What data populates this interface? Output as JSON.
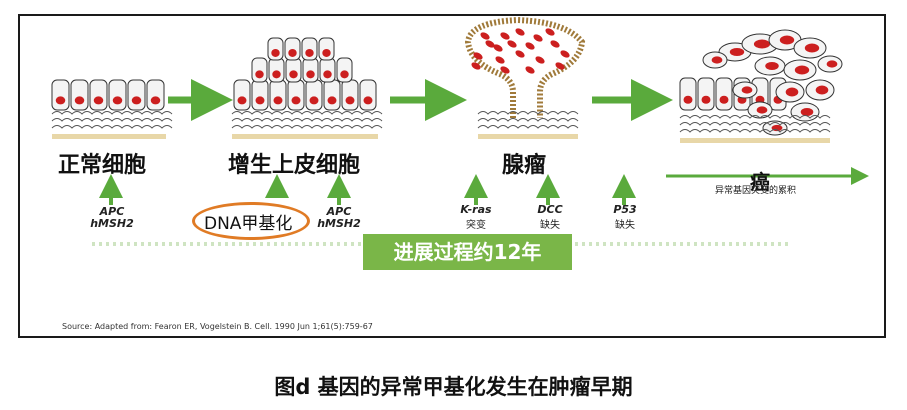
{
  "stages": {
    "normal": "正常细胞",
    "hyperplastic": "增生上皮细胞",
    "adenoma": "腺瘤",
    "cancer": "癌"
  },
  "cancer_note": "异常基因突变的累积",
  "genes": {
    "g1_line1": "APC",
    "g1_line2": "hMSH2",
    "g2_line1": "APC",
    "g2_line2": "hMSH2",
    "g3_name": "K-ras",
    "g3_sub": "突变",
    "g4_name": "DCC",
    "g4_sub": "缺失",
    "g5_name": "P53",
    "g5_sub": "缺失"
  },
  "dna_methylation": "DNA甲基化",
  "progress": "进展过程约12年",
  "source": "Source: Adapted from: Fearon ER, Vogelstein B. Cell. 1990 Jun 1;61(5):759-67",
  "caption": "图d 基因的异常甲基化发生在肿瘤早期",
  "colors": {
    "arrow": "#5aaa3c",
    "nucleus": "#cc1f1f",
    "oval": "#e07b25",
    "progress_bg": "#7ab648"
  }
}
